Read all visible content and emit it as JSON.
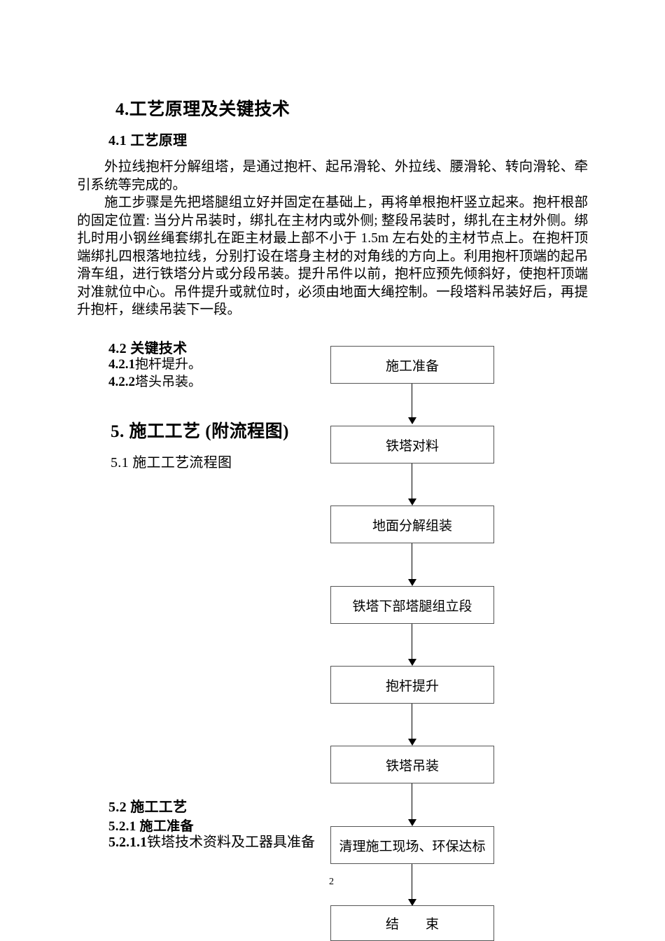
{
  "document": {
    "page_number": "2",
    "sections": {
      "h4_title": "4.工艺原理及关键技术",
      "h41_title": "4.1 工艺原理",
      "p1": "外拉线抱杆分解组塔，是通过抱杆、起吊滑轮、外拉线、腰滑轮、转向滑轮、牵引系统等完成的。",
      "p2": "施工步骤是先把塔腿组立好并固定在基础上，再将单根抱杆竖立起来。抱杆根部的固定位置: 当分片吊装时，绑扎在主材内或外侧; 整段吊装时，绑扎在主材外侧。绑扎时用小钢丝绳套绑扎在距主材最上部不小于 1.5m 左右处的主材节点上。在抱杆顶端绑扎四根落地拉线，分别打设在塔身主材的对角线的方向上。利用抱杆顶端的起吊滑车组，进行铁塔分片或分段吊装。提升吊件以前，抱杆应预先倾斜好，使抱杆顶端对准就位中心。吊件提升或就位时，必须由地面大绳控制。一段塔料吊装好后，再提升抱杆，继续吊装下一段。",
      "h42_title": "4.2 关键技术",
      "item421_num": "4.2.1",
      "item421_text": "抱杆堤升。",
      "item422_num": "4.2.2",
      "item422_text": "塔头吊装。",
      "h5_title": "5. 施工工艺 (附流程图)",
      "h51_title": "5.1 施工工艺流程图",
      "h52_title": "5.2 施工工艺",
      "h521_title": "5.2.1 施工准备",
      "item5211_num": "5.2.1.1",
      "item5211_text": "铁塔技术资料及工器具准备"
    }
  },
  "chart_data": {
    "type": "diagram",
    "title": "5.1 施工工艺流程图",
    "nodes": [
      {
        "id": "n1",
        "label": "施工准备"
      },
      {
        "id": "n2",
        "label": "铁塔对料"
      },
      {
        "id": "n3",
        "label": "地面分解组装"
      },
      {
        "id": "n4",
        "label": "铁塔下部塔腿组立段"
      },
      {
        "id": "n5",
        "label": "抱杆提升"
      },
      {
        "id": "n6",
        "label": "铁塔吊装"
      },
      {
        "id": "n7",
        "label": "清理施工现场、环保达标"
      },
      {
        "id": "n8",
        "label": "结　　束"
      }
    ],
    "edges": [
      {
        "from": "n1",
        "to": "n2"
      },
      {
        "from": "n2",
        "to": "n3"
      },
      {
        "from": "n3",
        "to": "n4"
      },
      {
        "from": "n4",
        "to": "n5"
      },
      {
        "from": "n5",
        "to": "n6"
      },
      {
        "from": "n6",
        "to": "n7"
      },
      {
        "from": "n7",
        "to": "n8"
      }
    ],
    "orientation": "vertical",
    "box_border_color": "#555555",
    "arrow_color": "#000000"
  }
}
